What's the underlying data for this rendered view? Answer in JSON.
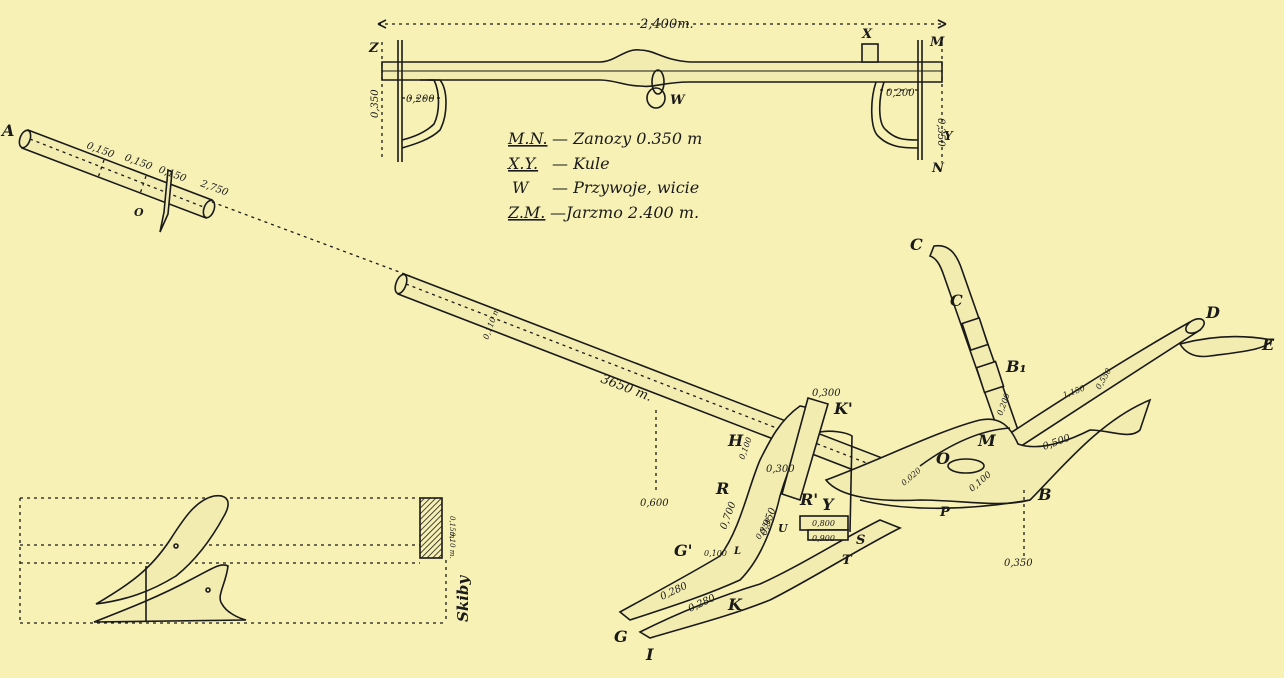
{
  "colors": {
    "paper": "#f7f1b5",
    "ink": "#1a1a1a"
  },
  "yoke": {
    "length_label": "2,400m.",
    "height_left": "0,350",
    "height_right": "0,350",
    "inner_left": "0,200",
    "inner_right": "0,200",
    "labels": {
      "z": "Z",
      "x": "X",
      "m": "M",
      "n": "N",
      "y": "Y",
      "w": "W"
    }
  },
  "legend": [
    {
      "key": "M.N.",
      "text": "— Zanozy 0.350 m"
    },
    {
      "key": "X.Y.",
      "text": "— Kule"
    },
    {
      "key": "W",
      "text": "— Przywoje, wicie"
    },
    {
      "key": "Z.M.",
      "text": "—Jarzmo 2.400 m."
    }
  ],
  "pole_detail": {
    "label_a": "A",
    "label_o": "O",
    "segments": [
      "0,150",
      "0,150",
      "0,150"
    ],
    "length": "2,750"
  },
  "beam": {
    "length": "3650 m.",
    "width": "0,110 m",
    "height_mark": "0,600"
  },
  "plough": {
    "labels": [
      "C",
      "C",
      "B₁",
      "D",
      "E",
      "K'",
      "H",
      "R",
      "R'",
      "Y",
      "M",
      "O",
      "B",
      "P",
      "S",
      "T",
      "U",
      "L",
      "G'",
      "G",
      "K",
      "I"
    ],
    "dims": [
      "0,300",
      "0,100",
      "0,300",
      "0,700",
      "0,950",
      "0,800",
      "0,900",
      "0,950",
      "0,100",
      "0,280",
      "0,280",
      "0,200",
      "0,500",
      "0,100",
      "0,020",
      "1,150",
      "0,550",
      "0,350"
    ]
  },
  "furrow": {
    "label": "Skiby",
    "dims": [
      "0,15m.",
      "0,10 m."
    ]
  }
}
